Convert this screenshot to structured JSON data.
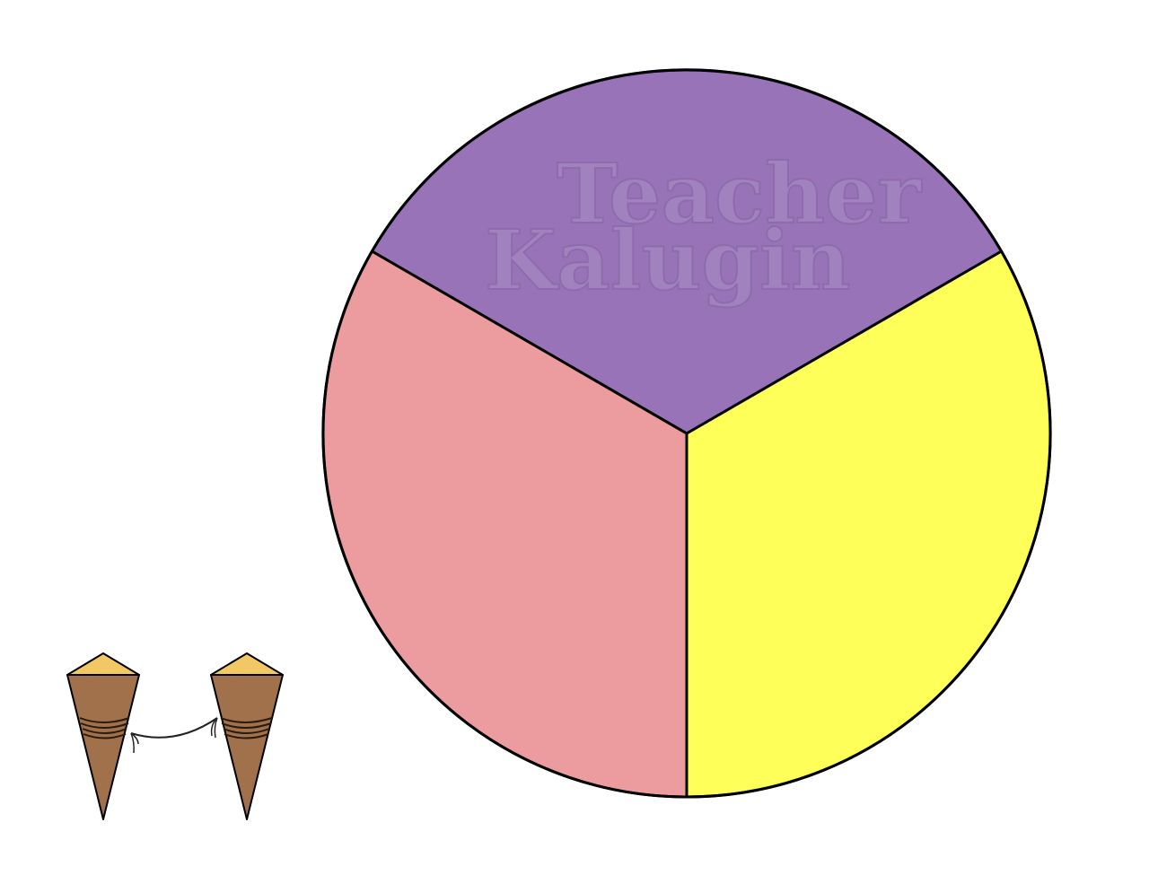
{
  "watermark": {
    "line1": "Teacher",
    "line2": "Kalugin"
  },
  "circle": {
    "parts": 3,
    "sectors": [
      {
        "name": "top",
        "color": "#9873B8"
      },
      {
        "name": "right",
        "color": "#FFFF5A"
      },
      {
        "name": "left",
        "color": "#EC9C9E"
      }
    ],
    "outline_color": "#000000"
  },
  "stakes": {
    "count": 2,
    "body_color": "#A0714A",
    "cap_color": "#F2C865",
    "rope_color": "#222222"
  }
}
